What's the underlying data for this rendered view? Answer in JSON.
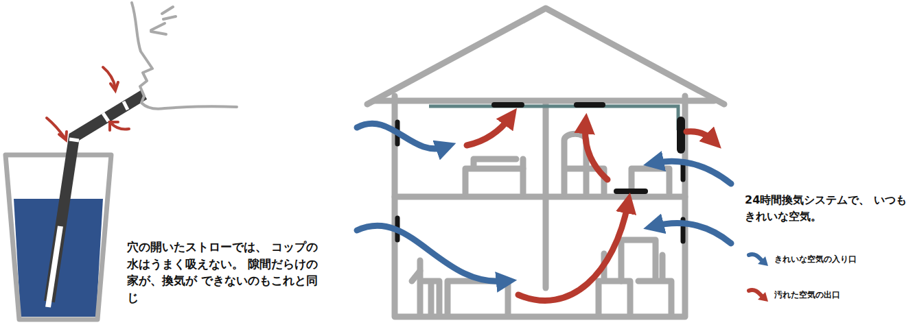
{
  "diagram": {
    "labels": [
      "穴の開いたストローでは、 コップの水はうまく吸えない。 隙間だらけの家が、換気が できないのもこれと同じ",
      "24時間換気システムで、 いつもきれいな空気。"
    ],
    "legend": [
      {
        "text": "きれいな空気の入り口"
      },
      {
        "text": "汚れた空気の出口"
      }
    ]
  }
}
